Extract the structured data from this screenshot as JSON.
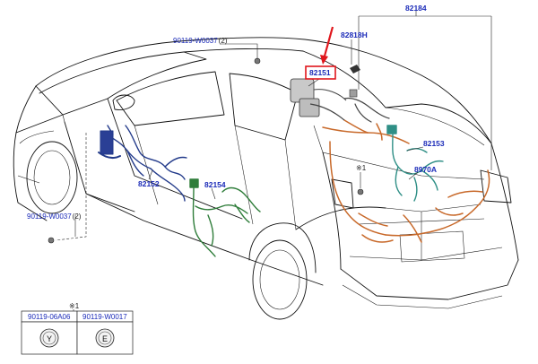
{
  "colors": {
    "label": "#1a2ab8",
    "highlight_box": "#e0161c",
    "arrow": "#e0161c",
    "harness_orange": "#c8692a",
    "harness_green": "#2f7d3a",
    "harness_teal": "#2f8f86",
    "harness_navy": "#223a8a",
    "line": "#111111"
  },
  "labels": {
    "top_harness": "82184",
    "top_bolt": "90119-W0037",
    "top_bolt_qty": "(2)",
    "part_82818h": "82818H",
    "highlighted_part": "82151",
    "part_82153": "82153",
    "part_8970a": "8970A",
    "note_mark_right": "※1",
    "part_82152": "82152",
    "part_82154": "82154",
    "left_bolt": "90119-W0037",
    "left_bolt_qty": "(2)"
  },
  "legend": {
    "note_mark": "※1",
    "parts": [
      {
        "part_no": "90119-06A06",
        "symbol": "Y",
        "icon": "bolt-y-icon"
      },
      {
        "part_no": "90119-W0017",
        "symbol": "E",
        "icon": "bolt-e-icon"
      }
    ]
  }
}
